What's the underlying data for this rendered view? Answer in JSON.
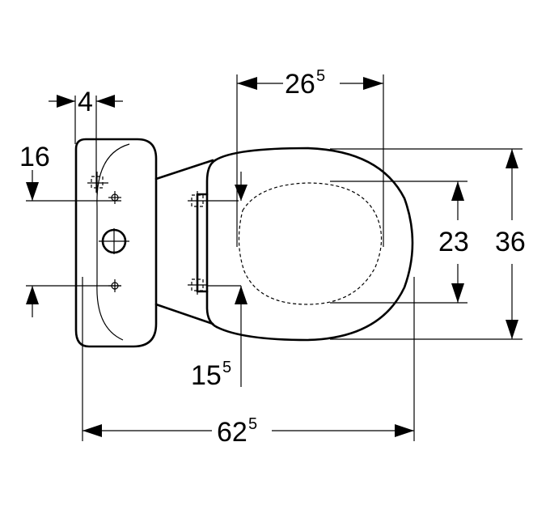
{
  "dimensions": {
    "top_width": {
      "main": "26",
      "sup": "5"
    },
    "wall_offset": {
      "main": "4"
    },
    "upper_fix_height": {
      "main": "16"
    },
    "seat_fix_depth": {
      "main": "15",
      "sup": "5"
    },
    "total_length": {
      "main": "62",
      "sup": "5"
    },
    "inner_height": {
      "main": "23"
    },
    "total_height": {
      "main": "36"
    }
  }
}
